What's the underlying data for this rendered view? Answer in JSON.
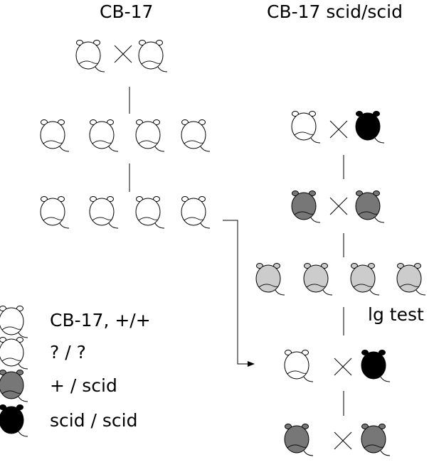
{
  "headings": {
    "left": "CB-17",
    "right": "CB-17 scid/scid"
  },
  "legend": [
    {
      "fill": "white",
      "label": "CB-17, +/+"
    },
    {
      "fill": "white",
      "label": "? / ?"
    },
    {
      "fill": "dark",
      "label": "+ / scid"
    },
    {
      "fill": "black",
      "label": "scid / scid"
    }
  ],
  "annotation": "lg test",
  "colors": {
    "white": "#ffffff",
    "light": "#cccccc",
    "dark": "#777777",
    "black": "#000000",
    "stroke": "#000000"
  },
  "mice": {
    "left": {
      "parents": [
        "white",
        "white"
      ],
      "generation_1": [
        "white",
        "white",
        "white",
        "white"
      ],
      "generation_2": [
        "white",
        "white",
        "white",
        "white"
      ]
    },
    "right": {
      "cross_1": [
        "white",
        "black"
      ],
      "cross_2": [
        "dark",
        "dark"
      ],
      "offspring": [
        "light",
        "light",
        "light",
        "light"
      ],
      "cross_3": [
        "white",
        "black"
      ],
      "cross_4": [
        "dark",
        "dark"
      ]
    }
  }
}
